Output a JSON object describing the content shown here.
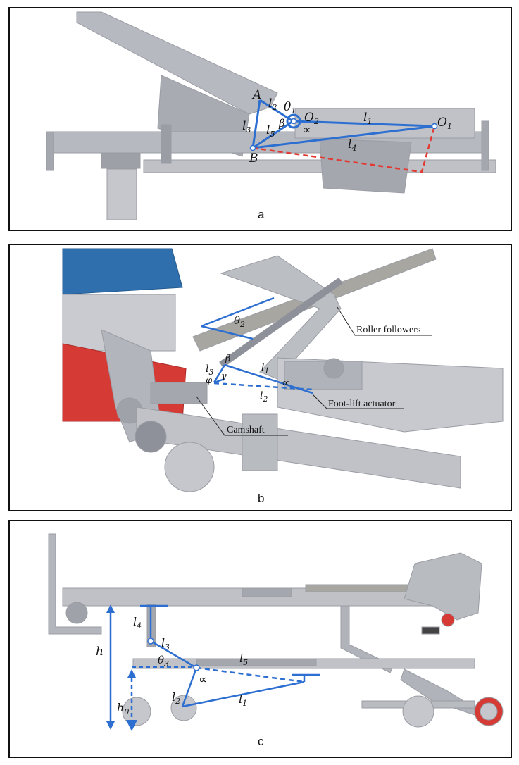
{
  "panels": [
    {
      "caption": "a",
      "symbols": {
        "A": "A",
        "B": "B",
        "l1": "l",
        "l1_sub": "1",
        "l2": "l",
        "l2_sub": "2",
        "l3": "l",
        "l3_sub": "3",
        "l4": "l",
        "l4_sub": "4",
        "l5": "l",
        "l5_sub": "5",
        "O1": "O",
        "O1_sub": "1",
        "O2": "O",
        "O2_sub": "2",
        "theta1": "θ",
        "theta1_sub": "1",
        "beta": "β",
        "alpha": "∝"
      }
    },
    {
      "caption": "b",
      "symbols": {
        "theta2": "θ",
        "theta2_sub": "2",
        "l1": "l",
        "l1_sub": "1",
        "l2": "l",
        "l2_sub": "2",
        "l3": "l",
        "l3_sub": "3",
        "beta": "β",
        "gamma": "γ",
        "phi": "φ",
        "alpha": "∝"
      },
      "annotations": {
        "roller": "Roller followers",
        "actuator": "Foot-lift actuator",
        "camshaft": "Camshaft"
      }
    },
    {
      "caption": "c",
      "symbols": {
        "h": "h",
        "h0": "h",
        "h0_sub": "0",
        "l1": "l",
        "l1_sub": "1",
        "l2": "l",
        "l2_sub": "2",
        "l3": "l",
        "l3_sub": "3",
        "l4": "l",
        "l4_sub": "4",
        "l5": "l",
        "l5_sub": "5",
        "theta3": "θ",
        "theta3_sub": "3",
        "alpha": "∝"
      }
    }
  ],
  "colors": {
    "mechanism": "#a9acb3",
    "mechanism_dark": "#8e9199",
    "overlay": "#2d6fd1",
    "dashed_red": "#e23a32",
    "seat_blue": "#2f6fae",
    "chassis_red": "#d63a35"
  }
}
